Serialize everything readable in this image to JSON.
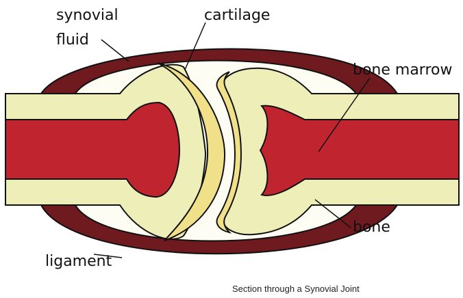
{
  "labels": {
    "synovial": "synovial",
    "fluid": "fluid",
    "cartilage": "cartilage",
    "bone_marrow": "bone marrow",
    "bone": "bone",
    "ligament": "ligament"
  },
  "caption": "Section through a Synovial Joint",
  "colors": {
    "bone": "#eeeeb8",
    "marrow": "#c0252f",
    "cartilage": "#f0e08a",
    "synovial_fluid": "#fdfdf3",
    "ligament": "#6e1a1f",
    "outline": "#111111"
  }
}
